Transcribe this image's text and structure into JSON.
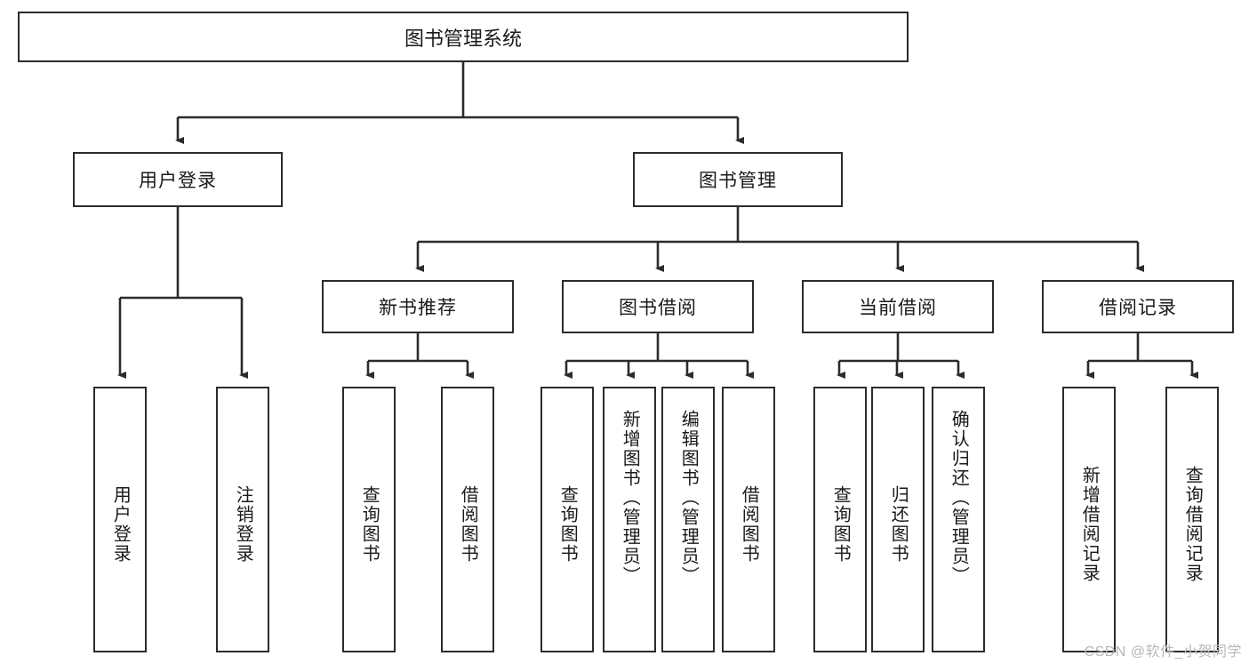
{
  "diagram": {
    "type": "tree",
    "title": "图书管理系统",
    "root": {
      "label": "图书管理系统"
    },
    "level1": [
      {
        "label": "用户登录"
      },
      {
        "label": "图书管理"
      }
    ],
    "level2": [
      {
        "label": "新书推荐"
      },
      {
        "label": "图书借阅"
      },
      {
        "label": "当前借阅"
      },
      {
        "label": "借阅记录"
      }
    ],
    "leaves": {
      "user_login": [
        {
          "label": "用户登录"
        },
        {
          "label": "注销登录"
        }
      ],
      "new_book": [
        {
          "label": "查询图书"
        },
        {
          "label": "借阅图书"
        }
      ],
      "borrow_book": [
        {
          "label": "查询图书"
        },
        {
          "label": "新增图书（管理员）"
        },
        {
          "label": "编辑图书（管理员）"
        },
        {
          "label": "借阅图书"
        }
      ],
      "current_borrow": [
        {
          "label": "查询图书"
        },
        {
          "label": "归还图书"
        },
        {
          "label": "确认归还（管理员）"
        }
      ],
      "borrow_record": [
        {
          "label": "新增借阅记录"
        },
        {
          "label": "查询借阅记录"
        }
      ]
    }
  },
  "watermark": {
    "text": "CSDN @软件_小贺同学"
  },
  "colors": {
    "border": "#2b2b2b",
    "fill": "#ffffff",
    "text": "#1a1a1a",
    "watermark": "#b8b8b8"
  }
}
